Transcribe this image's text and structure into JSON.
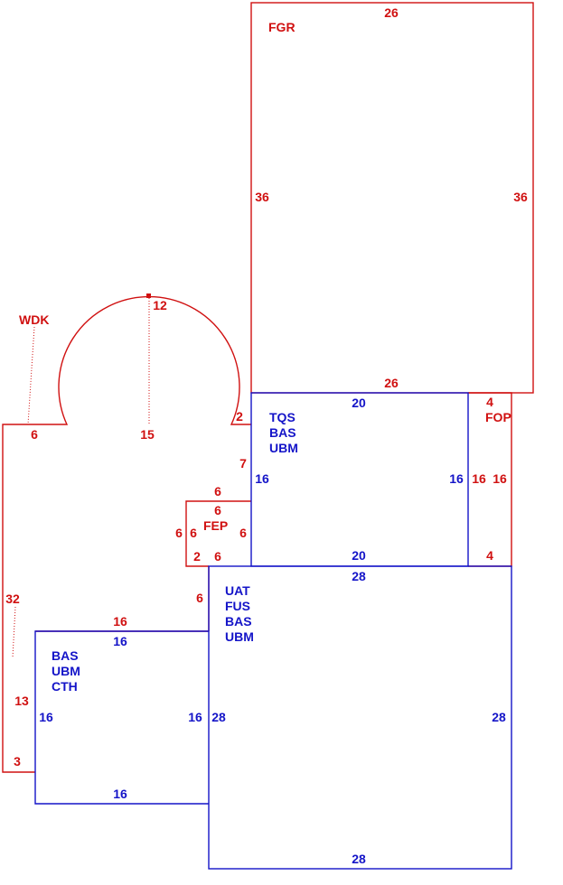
{
  "colors": {
    "red": "#d01010",
    "blue": "#1414c8",
    "background": "#ffffff"
  },
  "areas": {
    "fgr": {
      "code": "FGR"
    },
    "wdk": {
      "code": "WDK"
    },
    "fop": {
      "code": "FOP"
    },
    "fep": {
      "code": "FEP"
    },
    "tqs": {
      "codes": [
        "TQS",
        "BAS",
        "UBM"
      ]
    },
    "uat": {
      "codes": [
        "UAT",
        "FUS",
        "BAS",
        "UBM"
      ]
    },
    "bas_small": {
      "codes": [
        "BAS",
        "UBM",
        "CTH"
      ]
    }
  },
  "dims": {
    "fgr_top": "26",
    "fgr_left": "36",
    "fgr_right": "36",
    "fgr_bottom": "26",
    "wdk_radius": "12",
    "wdk_diameter": "15",
    "wdk_left_stub": "6",
    "wdk_right_stub": "2",
    "left_total": "32",
    "left_mid": "13",
    "left_bottom": "3",
    "step_vert": "7",
    "fop_top": "4",
    "fop_left": "16",
    "fop_right": "16",
    "fop_bottom": "4",
    "tqs_top": "20",
    "tqs_left": "16",
    "tqs_right": "16",
    "tqs_bottom": "20",
    "fep_top_outer": "6",
    "fep_top_inner": "6",
    "fep_left_outer": "6",
    "fep_left_inner": "6",
    "fep_right": "6",
    "fep_bottom_left": "2",
    "fep_bottom": "6",
    "uat_top": "28",
    "uat_left": "28",
    "uat_right": "28",
    "uat_bottom": "28",
    "uat_step": "6",
    "bas_top_red": "16",
    "bas_top": "16",
    "bas_left": "16",
    "bas_right": "16",
    "bas_bottom": "16"
  }
}
